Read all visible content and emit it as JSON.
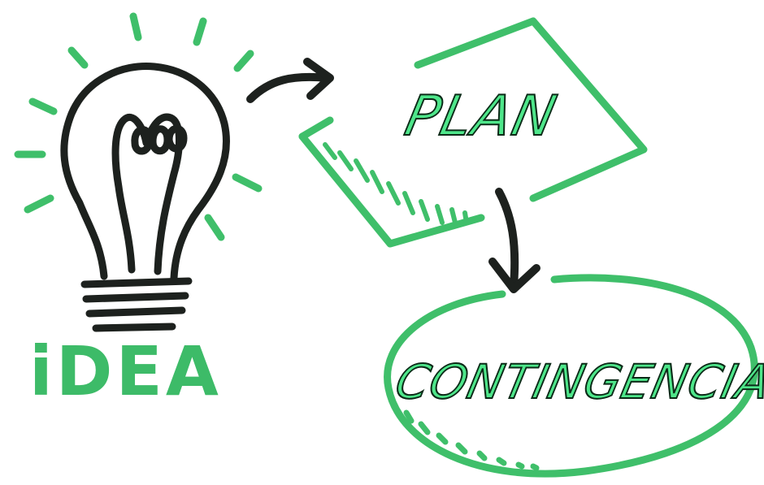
{
  "labels": {
    "idea": "iDEA",
    "plan": "PLAN",
    "contingencia": "CONTINGENCIA"
  },
  "colors": {
    "marker_green": "#3fbf6a",
    "marker_dark": "#1d211e",
    "text_fill": "#4ee68a",
    "text_outline": "#0b2a17"
  },
  "icons": [
    "light-bulb-icon",
    "right-arrow-icon",
    "down-arrow-icon"
  ]
}
